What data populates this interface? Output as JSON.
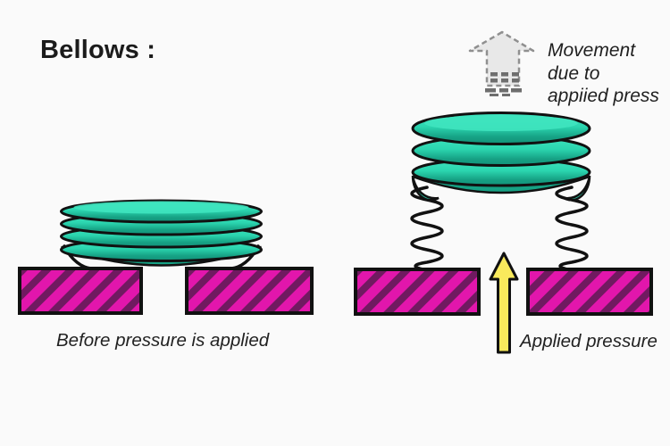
{
  "title": "Bellows :",
  "left_diagram": {
    "name": "bellows-before-pressure",
    "caption": "Before pressure is applied"
  },
  "right_diagram": {
    "name": "bellows-after-pressure",
    "caption": "Applied pressure",
    "movement_note_lines": [
      "Movement",
      "due to",
      "appiied press"
    ]
  },
  "icons": {
    "movement": "dashed-up-arrow-icon",
    "applied_pressure": "solid-up-arrow-icon"
  },
  "colors": {
    "background": "#FAFAFA",
    "outline": "#111111",
    "bellows_teal_light": "#3FE4BF",
    "bellows_teal": "#2BD5AF",
    "bellows_teal_dark": "#16A184",
    "bellows_teal_deep": "#13927A",
    "block_magenta": "#E216AC",
    "block_stripe": "#701A60",
    "arrow_yellow": "#F9EA5C",
    "movement_arrow_fill": "#E8E8E8",
    "movement_arrow_stroke": "#8F8F8F",
    "movement_dash": "#6E6E6E",
    "text": "#1B1B1B"
  }
}
